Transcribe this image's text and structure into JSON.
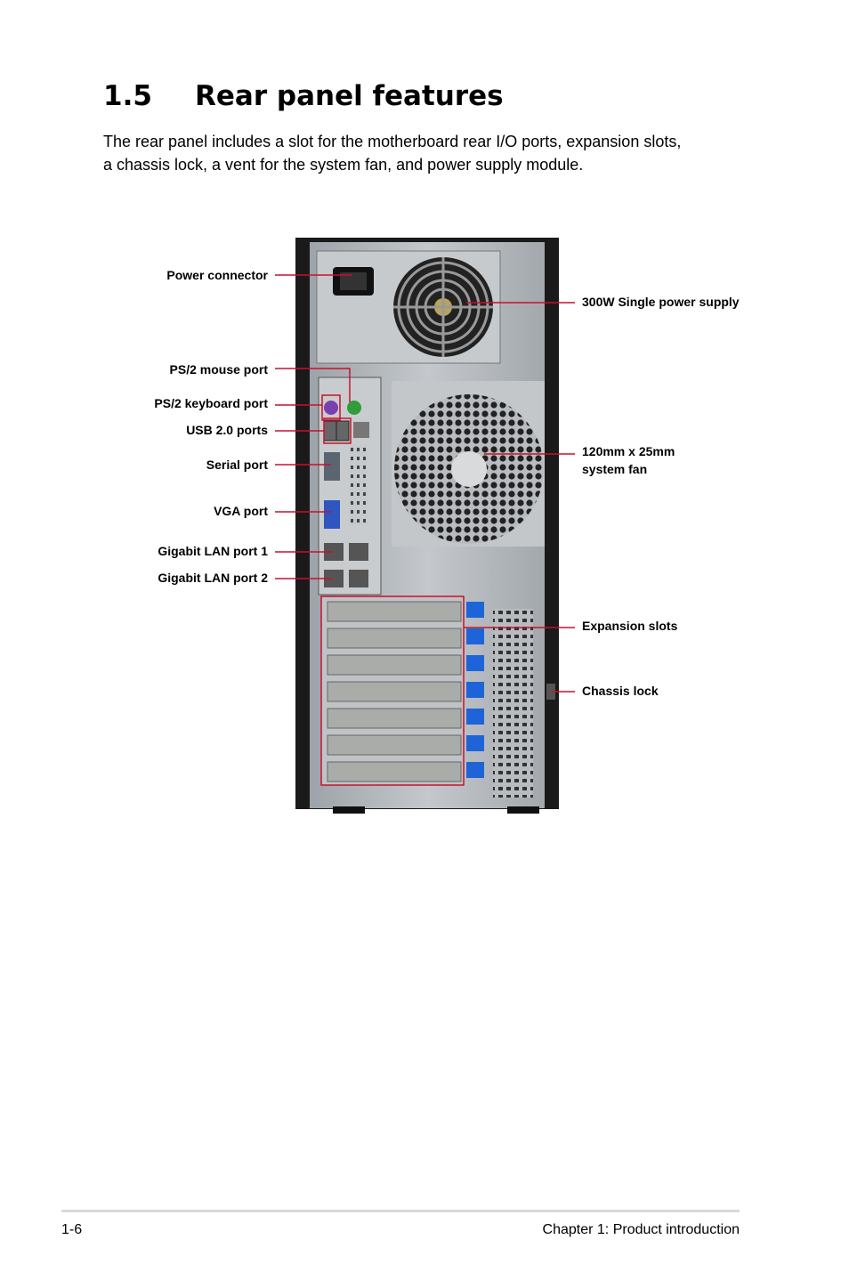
{
  "heading": {
    "number": "1.5",
    "title": "Rear panel features"
  },
  "intro": {
    "line1": "The rear panel includes a slot for the motherboard rear I/O ports, expansion slots,",
    "line2": "a chassis lock, a vent for the system fan, and power supply module."
  },
  "figure": {
    "left_labels": {
      "power_connector": "Power connector",
      "ps2_mouse": "PS/2 mouse port",
      "ps2_keyboard": "PS/2 keyboard port",
      "usb": "USB 2.0 ports",
      "serial": "Serial port",
      "vga": "VGA port",
      "lan1": "Gigabit LAN port 1",
      "lan2": "Gigabit LAN port 2"
    },
    "right_labels": {
      "psu": "300W Single power supply",
      "fan_line1": "120mm x 25mm",
      "fan_line2": "system fan",
      "expansion": "Expansion slots",
      "lock": "Chassis lock"
    },
    "colors": {
      "callout": "#c8102e",
      "chassis": "#1a1a1a",
      "panel": "#aeb3b8",
      "slot_clip": "#1e64d8"
    }
  },
  "footer": {
    "page": "1-6",
    "chapter": "Chapter 1:  Product introduction"
  }
}
